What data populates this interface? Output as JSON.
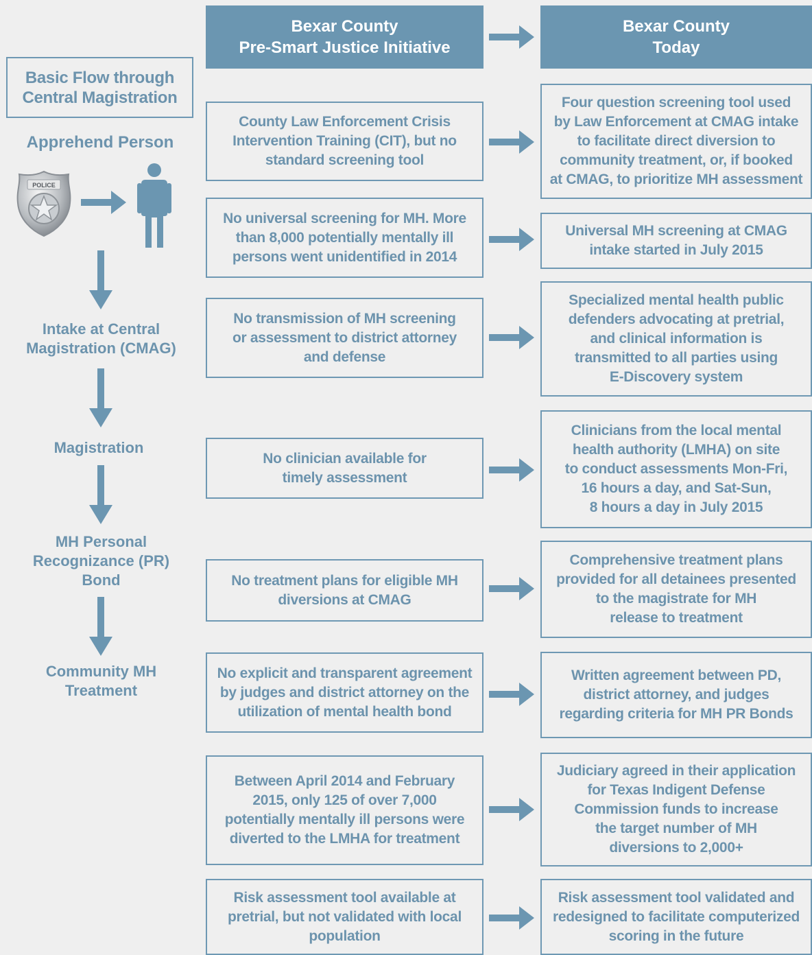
{
  "headers": {
    "before": "Bexar County\nPre-Smart Justice Initiative",
    "today": "Bexar County\nToday"
  },
  "flow": {
    "title": "Basic Flow through\nCentral Magistration",
    "steps": [
      "Apprehend  Person",
      "Intake at Central\nMagistration  (CMAG)",
      "Magistration",
      "MH Personal\nRecognizance  (PR)\nBond",
      "Community  MH\nTreatment"
    ],
    "badge_text": "POLICE"
  },
  "rows": [
    {
      "before": "County Law Enforcement  Crisis\nIntervention Training (CIT), but no\nstandard screening tool",
      "today": "Four question screening tool used\nby Law Enforcement at CMAG intake\nto facilitate direct diversion to\ncommunity treatment, or, if booked\nat CMAG, to prioritize MH assessment"
    },
    {
      "before": "No universal screening for MH. More\nthan 8,000 potentially mentally ill\npersons went unidentified in 2014",
      "today": "Universal MH screening at CMAG\nintake started in July 2015"
    },
    {
      "before": "No transmission of MH screening\nor assessment to district attorney\nand defense",
      "today": "Specialized mental health public\ndefenders advocating at pretrial,\nand clinical information is\ntransmitted to all parties using\nE-Discovery  system"
    },
    {
      "before": "No clinician available for\ntimely assessment",
      "today": "Clinicians from the local mental\nhealth authority (LMHA) on site\nto conduct assessments Mon-Fri,\n16 hours a day, and Sat-Sun,\n8 hours a day in July 2015"
    },
    {
      "before": "No treatment plans for eligible MH\ndiversions at CMAG",
      "today": "Comprehensive treatment plans\nprovided for all detainees presented\nto the magistrate for MH\nrelease to treatment"
    },
    {
      "before": "No explicit and transparent agreement\nby judges and district attorney on the\nutilization of mental health bond",
      "today": "Written agreement between PD,\ndistrict attorney, and judges\nregarding criteria for MH PR Bonds"
    },
    {
      "before": "Between April 2014 and February\n2015, only 125 of over 7,000\npotentially mentally ill persons were\ndiverted to the LMHA for treatment",
      "today": "Judiciary agreed in their application\nfor Texas Indigent Defense\nCommission funds to increase\nthe target number of MH\ndiversions to 2,000+"
    },
    {
      "before": "Risk assessment tool available at\npretrial, but not validated with local\npopulation",
      "today": "Risk assessment tool validated and\nredesigned to facilitate computerized\nscoring in the future"
    }
  ],
  "colors": {
    "accent": "#6b96b1",
    "text": "#6c93ad",
    "background": "#efefef"
  }
}
